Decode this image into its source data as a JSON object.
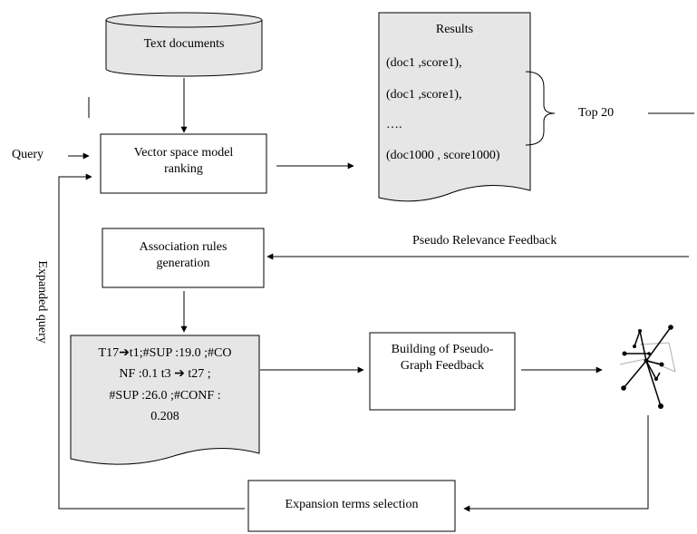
{
  "nodes": {
    "text_documents": "Text documents",
    "vsm_ranking": "Vector space model ranking",
    "assoc_rules": "Association rules generation",
    "building_graph": "Building of Pseudo- Graph Feedback",
    "expansion": "Expansion terms selection"
  },
  "labels": {
    "query": "Query",
    "expanded_query": "Expanded query",
    "top20": "Top 20",
    "prf": "Pseudo Relevance Feedback"
  },
  "results": {
    "title": "Results",
    "row1": "(doc1 ,score1),",
    "row2": "(doc1 ,score1),",
    "ellipsis": "….",
    "row4": "(doc1000 , score1000)"
  },
  "rules_doc": {
    "line1": "T17➔t1;#SUP :19.0 ;#CO",
    "line2": "NF :0.1 t3 ➔ t27 ;",
    "line3": "#SUP :26.0 ;#CONF :",
    "line4": "0.208"
  },
  "colors": {
    "doc_fill": "#e6e6e6",
    "stroke": "#000000",
    "graph_gray": "#b0b0b0"
  },
  "icons": [
    "graph-network-icon"
  ]
}
